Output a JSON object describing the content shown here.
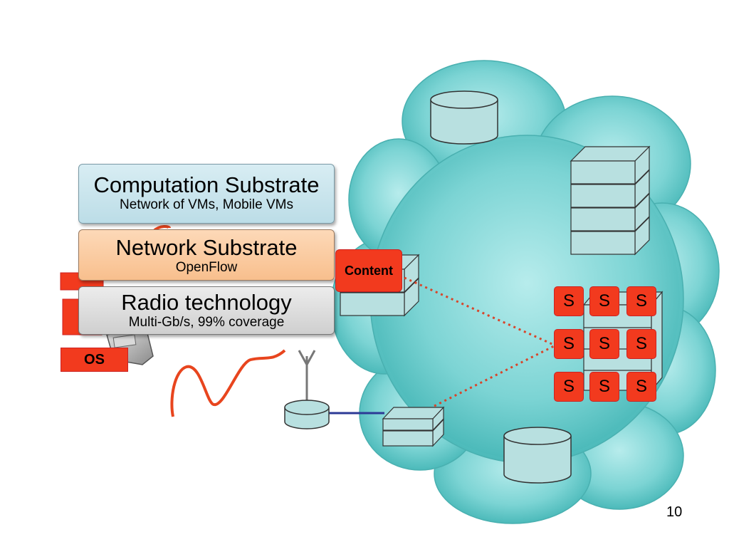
{
  "computation_substrate": {
    "title": "Computation Substrate",
    "subtitle": "Network of VMs, Mobile VMs"
  },
  "network_substrate": {
    "title": "Network Substrate",
    "subtitle": "OpenFlow"
  },
  "radio_technology": {
    "title": "Radio technology",
    "subtitle": "Multi-Gb/s, 99% coverage"
  },
  "content_label": "Content",
  "os_label": "OS",
  "services": [
    "S",
    "S",
    "S",
    "S",
    "S",
    "S",
    "S",
    "S",
    "S"
  ],
  "slide_number": "10",
  "colors": {
    "cloud": "#5cc8c8",
    "tag_red": "#f23a1e",
    "link_blue": "#2c3a96",
    "dotted": "#d8452a",
    "signal": "#e8451e"
  }
}
